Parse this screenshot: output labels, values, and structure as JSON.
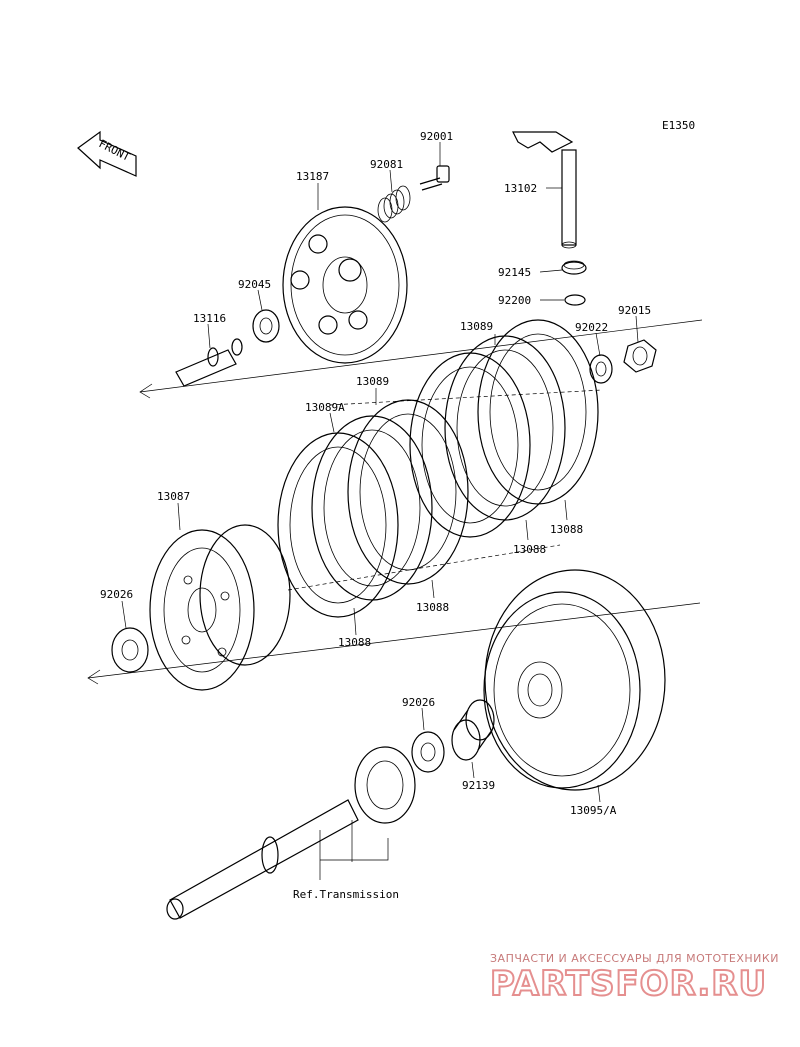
{
  "diagram": {
    "code": "E1350",
    "front_label": "FRONT",
    "ref_label": "Ref.Transmission",
    "part_labels": {
      "p92001": "92001",
      "p92081": "92081",
      "p13187": "13187",
      "p92045": "92045",
      "p13116": "13116",
      "p13102": "13102",
      "p92145": "92145",
      "p92200": "92200",
      "p92022": "92022",
      "p92015": "92015",
      "p13089_top": "13089",
      "p13089_mid": "13089",
      "p13089A": "13089A",
      "p13087": "13087",
      "p92026_left": "92026",
      "p13088_a": "13088",
      "p13088_b": "13088",
      "p13088_c": "13088",
      "p13088_d": "13088",
      "p92026_mid": "92026",
      "p92139": "92139",
      "p13095A": "13095/A"
    }
  },
  "watermark": {
    "tagline": "ЗАПЧАСТИ И АКСЕССУАРЫ ДЛЯ МОТОТЕХНИКИ",
    "brand": "PARTSFOR.RU",
    "color": "#e58f8f"
  }
}
